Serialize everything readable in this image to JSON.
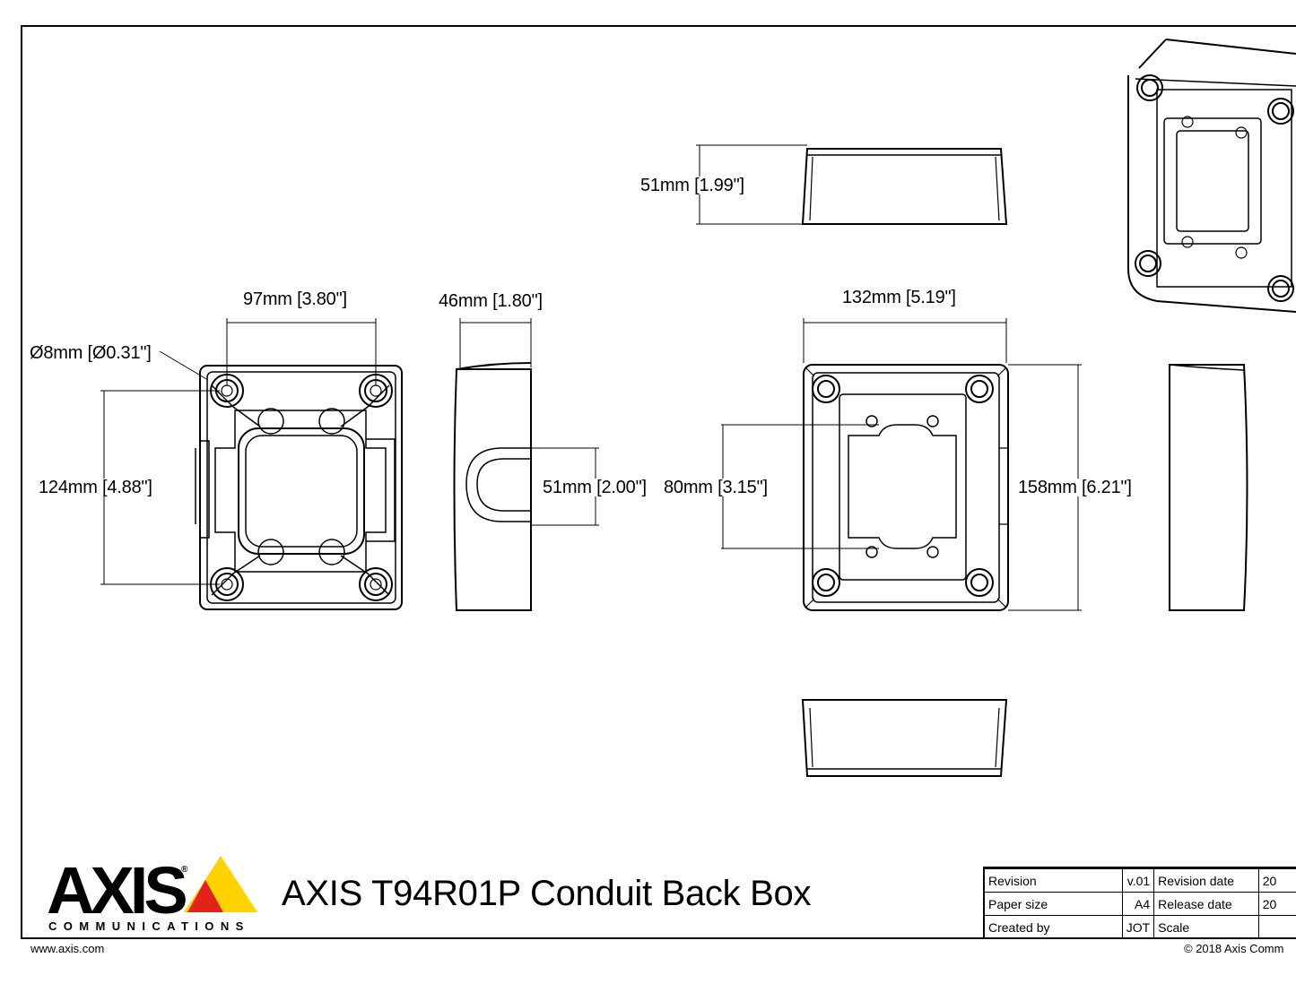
{
  "title": "AXIS T94R01P Conduit Back Box",
  "logo": {
    "wordmark": "AXIS",
    "registered": "®",
    "subline": "COMMUNICATIONS",
    "triangle_colors": [
      "#FFD200",
      "#E2231A"
    ]
  },
  "dimensions": {
    "hole_diameter": "Ø8mm [Ø0.31\"]",
    "back_width": "97mm [3.80\"]",
    "back_height": "124mm [4.88\"]",
    "side_depth": "46mm [1.80\"]",
    "conduit_opening": "51mm [2.00\"]",
    "top_depth": "51mm [1.99\"]",
    "front_width": "132mm [5.19\"]",
    "front_height": "158mm [6.21\"]",
    "plate_height": "80mm [3.15\"]"
  },
  "title_block": {
    "revision_label": "Revision",
    "revision_value": "v.01",
    "revision_date_label": "Revision date",
    "revision_date_value": "20",
    "paper_size_label": "Paper size",
    "paper_size_value": "A4",
    "release_date_label": "Release date",
    "release_date_value": "20",
    "created_by_label": "Created by",
    "created_by_value": "JOT",
    "scale_label": "Scale",
    "scale_value": ""
  },
  "footer": {
    "website": "www.axis.com",
    "copyright": "© 2018 Axis Comm"
  }
}
